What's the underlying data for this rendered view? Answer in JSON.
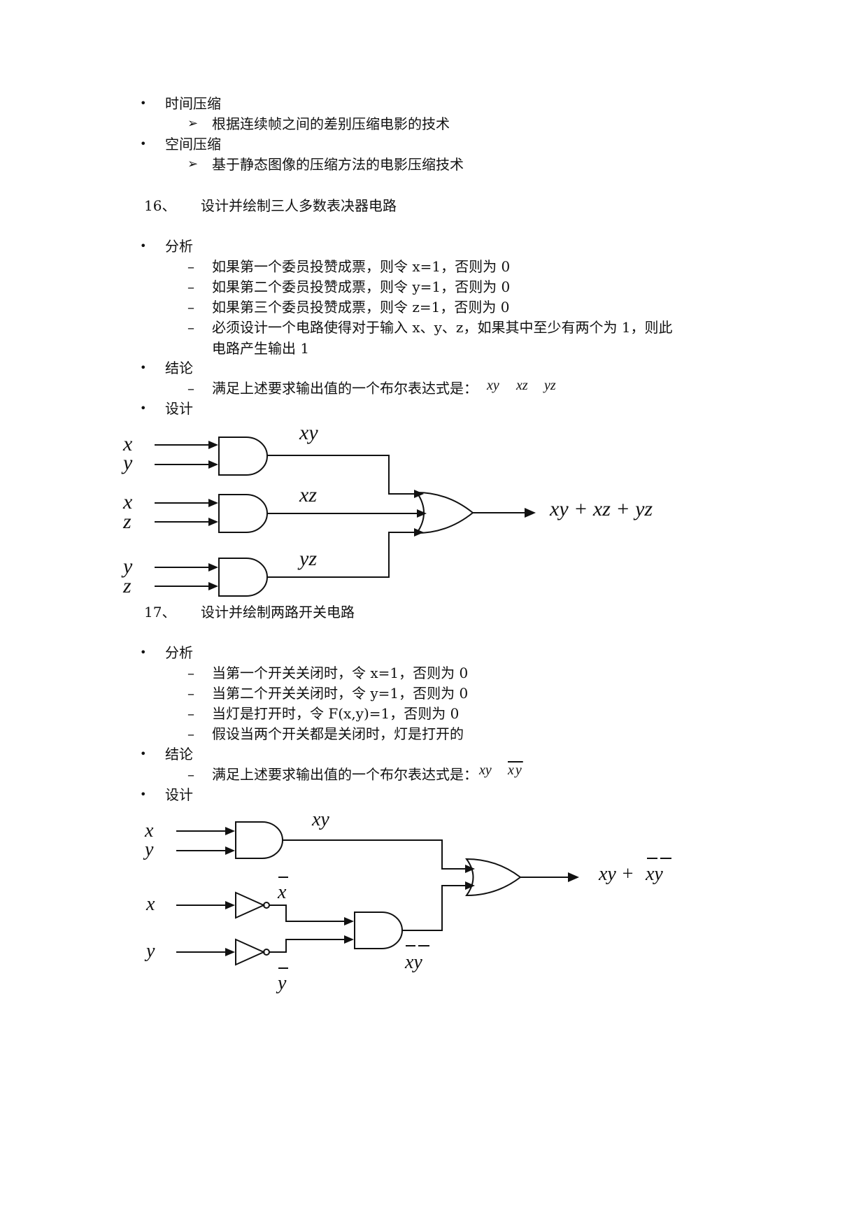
{
  "top": {
    "b1": "时间压缩",
    "b1_sub": "根据连续帧之间的差别压缩电影的技术",
    "b2": "空间压缩",
    "b2_sub": "基于静态图像的压缩方法的电影压缩技术"
  },
  "q16": {
    "number": "16、",
    "title": "设计并绘制三人多数表决器电路",
    "analysis_label": "分析",
    "analysis_items": [
      "如果第一个委员投赞成票，则令 x=1，否则为 0",
      "如果第二个委员投赞成票，则令 y=1，否则为 0",
      "如果第三个委员投赞成票，则令 z=1，否则为 0",
      "必须设计一个电路使得对于输入 x、y、z，如果其中至少有两个为 1，则此",
      "电路产生输出 1"
    ],
    "conclusion_label": "结论",
    "conclusion_text": "满足上述要求输出值的一个布尔表达式是：",
    "expr_terms": [
      "xy",
      "xz",
      "yz"
    ],
    "design_label": "设计",
    "circuit": {
      "inputs": [
        "x",
        "y",
        "x",
        "z",
        "y",
        "z"
      ],
      "gate_labels": [
        "xy",
        "xz",
        "yz"
      ],
      "output": "xy + xz + yz"
    }
  },
  "q17": {
    "number": "17、",
    "title": "设计并绘制两路开关电路",
    "analysis_label": "分析",
    "analysis_items": [
      "当第一个开关关闭时，令 x=1，否则为 0",
      "当第二个开关关闭时，令 y=1，否则为 0",
      "当灯是打开时，令 F(x,y)=1，否则为 0",
      "假设当两个开关都是关闭时，灯是打开的"
    ],
    "conclusion_label": "结论",
    "conclusion_text": "满足上述要求输出值的一个布尔表达式是：",
    "expr_terms": [
      "xy",
      "xy"
    ],
    "design_label": "设计",
    "circuit": {
      "inputs": [
        "x",
        "y",
        "x",
        "y"
      ],
      "labels": {
        "and1": "xy",
        "not_x": "x",
        "not_y": "y",
        "and2": "xy"
      },
      "output_plain": "xy +",
      "output_bar": "xy"
    }
  }
}
